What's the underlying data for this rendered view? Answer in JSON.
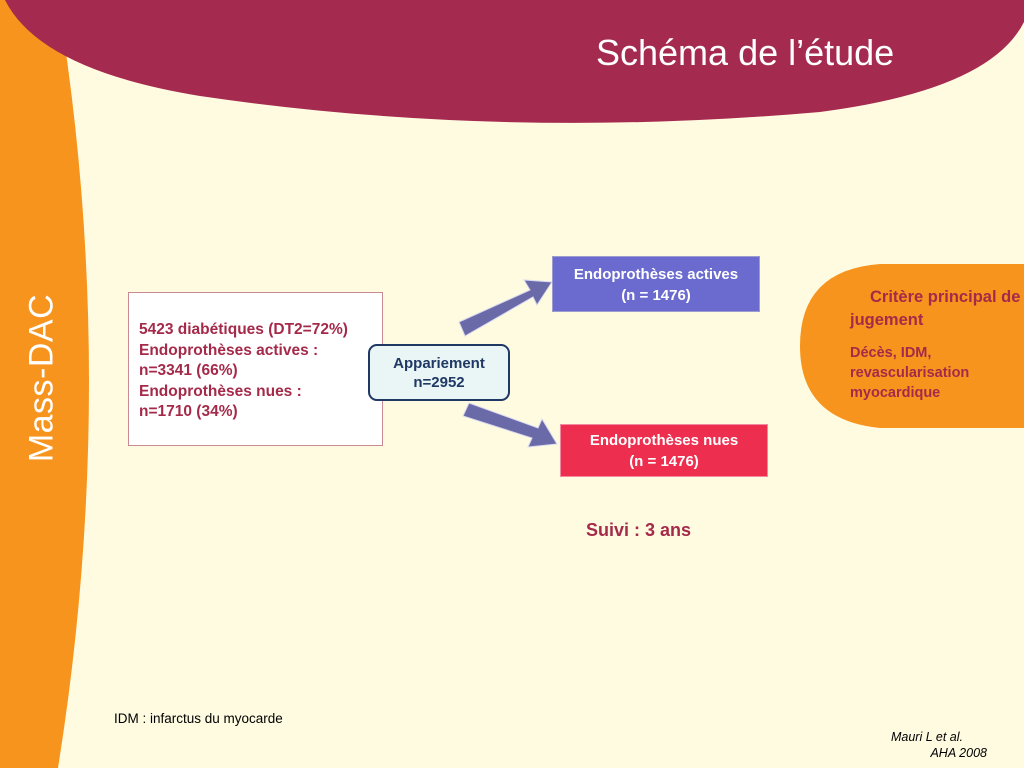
{
  "slide": {
    "title": "Schéma de l’étude",
    "side_label": "Mass-DAC"
  },
  "colors": {
    "background": "#fffbe1",
    "banner": "#a52a4f",
    "side_band": "#f7941d",
    "active_stent": "#6a6acf",
    "bare_stent": "#ee2e4e",
    "arrow": "#6a6aa8",
    "text_accent": "#a52a4a",
    "match_border": "#1f3864"
  },
  "population": {
    "line1": "5423 diabétiques (DT2=72%)",
    "line2": "Endoprothèses actives :",
    "line3": "n=3341 (66%)",
    "line4": "Endoprothèses nues :",
    "line5": "n=1710 (34%)"
  },
  "matching": {
    "line1": "Appariement",
    "line2": "n=2952"
  },
  "groups": {
    "active": {
      "line1": "Endoprothèses actives",
      "line2": "(n = 1476)"
    },
    "bare": {
      "line1": "Endoprothèses nues",
      "line2": "(n = 1476)"
    }
  },
  "followup": "Suivi : 3 ans",
  "criteria": {
    "title": "Critère principal de jugement",
    "line1": "Décès, IDM,",
    "line2": "revascularisation",
    "line3": "myocardique"
  },
  "footnote": "IDM : infarctus du myocarde",
  "reference": {
    "line1": "Mauri L et al.",
    "line2": "AHA 2008"
  },
  "icons": {
    "arrow_up": "arrow-up-right-icon",
    "arrow_down": "arrow-down-right-icon"
  }
}
